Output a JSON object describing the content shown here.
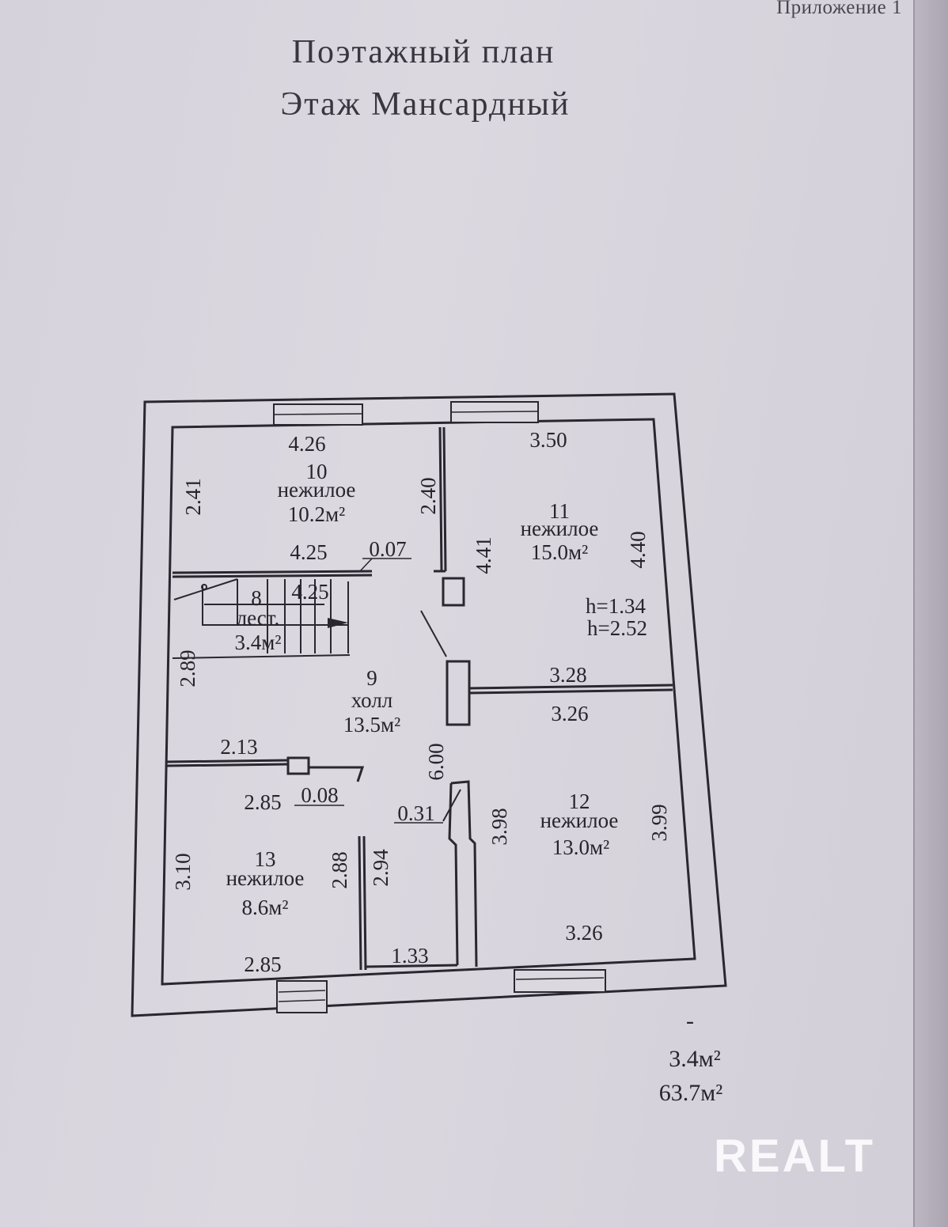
{
  "header": {
    "appendix": "Приложение 1",
    "title": "Поэтажный план",
    "subtitle": "Этаж Мансардный"
  },
  "rooms": [
    {
      "number": "10",
      "type": "нежилое",
      "area": "10.2м²"
    },
    {
      "number": "11",
      "type": "нежилое",
      "area": "15.0м²"
    },
    {
      "number": "8",
      "type": "лест.",
      "area": "3.4м²"
    },
    {
      "number": "9",
      "type": "холл",
      "area": "13.5м²"
    },
    {
      "number": "12",
      "type": "нежилое",
      "area": "13.0м²"
    },
    {
      "number": "13",
      "type": "нежилое",
      "area": "8.6м²"
    }
  ],
  "dimensions": {
    "d4_26": "4.26",
    "d2_41": "2.41",
    "d2_40": "2.40",
    "d4_25a": "4.25",
    "d0_07": "0.07",
    "d4_25b": "4.25",
    "d3_50": "3.50",
    "d4_41": "4.41",
    "d4_40": "4.40",
    "h1": "h=1.34",
    "h2": "h=2.52",
    "d2_89": "2.89",
    "d3_28": "3.28",
    "d3_26a": "3.26",
    "d2_13": "2.13",
    "d6_00": "6.00",
    "d2_85a": "2.85",
    "d0_08": "0.08",
    "d0_31": "0.31",
    "d3_98": "3.98",
    "d3_99": "3.99",
    "d3_10": "3.10",
    "d2_88": "2.88",
    "d2_94": "2.94",
    "d2_85b": "2.85",
    "d1_33": "1.33",
    "d3_26b": "3.26"
  },
  "totals": {
    "mark": "-",
    "stair_area": "3.4м²",
    "total_area": "63.7м²"
  },
  "watermark": "REALT",
  "colors": {
    "paper": "#d8d4de",
    "ink": "#27242c"
  }
}
